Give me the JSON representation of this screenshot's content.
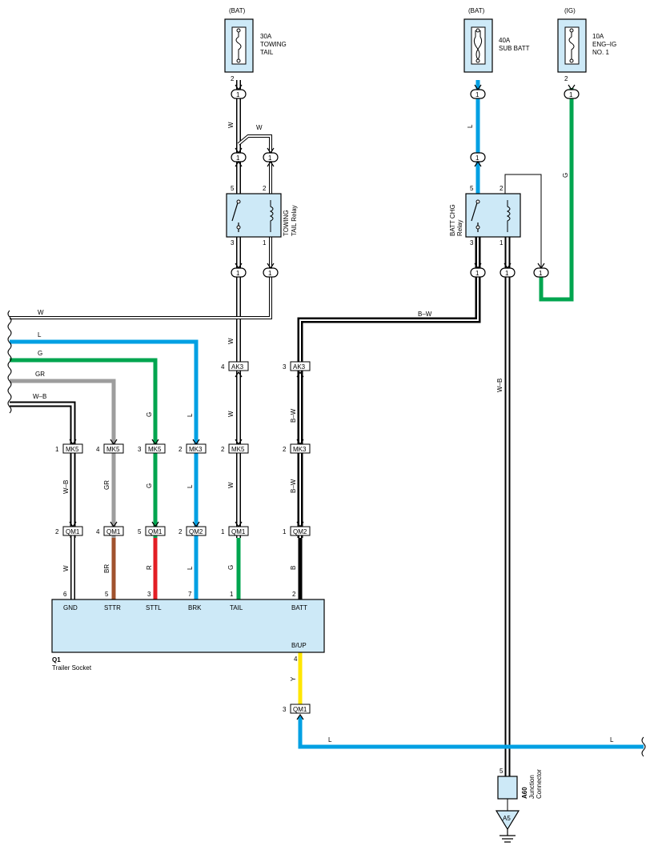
{
  "fuses": [
    {
      "supply": "(BAT)",
      "rating": "30A",
      "name1": "TOWING",
      "name2": "TAIL",
      "pin": "2"
    },
    {
      "supply": "(BAT)",
      "rating": "40A",
      "name1": "SUB BATT",
      "name2": "",
      "pin": ""
    },
    {
      "supply": "(IG)",
      "rating": "10A",
      "name1": "ENG–IG",
      "name2": "NO. 1",
      "pin": "2"
    }
  ],
  "relays": [
    {
      "name1": "TOWING",
      "name2": "TAIL Relay",
      "pins": [
        "5",
        "2",
        "3",
        "1"
      ]
    },
    {
      "name1": "BATT CHG",
      "name2": "Relay",
      "pins": [
        "5",
        "2",
        "3",
        "1"
      ]
    }
  ],
  "inline_pin": "1",
  "wires": {
    "W": "W",
    "L": "L",
    "G": "G",
    "GR": "GR",
    "WB": "W–B",
    "BW": "B–W",
    "B": "B",
    "BR": "BR",
    "R": "R",
    "Y": "Y"
  },
  "connectors": {
    "MK5": "MK5",
    "MK3": "MK3",
    "QM1": "QM1",
    "QM2": "QM2",
    "AK3": "AK3"
  },
  "connector_pins": {
    "ak3_w": "4",
    "ak3_bw": "3",
    "mk_wb": "1",
    "mk_gr": "4",
    "mk_g": "3",
    "mk_l": "2",
    "mk_w": "2",
    "mk_bw": "2",
    "qm_wb": "2",
    "qm_gr": "4",
    "qm_g": "5",
    "qm_l": "2",
    "qm_w": "1",
    "qm_bw": "1",
    "qm1_y": "3"
  },
  "socket": {
    "id": "Q1",
    "name": "Trailer Socket",
    "terminals": [
      {
        "label": "GND",
        "pin": "6"
      },
      {
        "label": "STTR",
        "pin": "5"
      },
      {
        "label": "STTL",
        "pin": "3"
      },
      {
        "label": "BRK",
        "pin": "7"
      },
      {
        "label": "TAIL",
        "pin": "1"
      },
      {
        "label": "BATT",
        "pin": "2"
      }
    ],
    "bup_label": "B/UP",
    "bup_pin": "4"
  },
  "junction": {
    "id": "A60",
    "name1": "Junction",
    "name2": "Connector",
    "pin": "5"
  },
  "ground": {
    "label": "A5"
  },
  "colors": {
    "white": "#ffffff",
    "blue": "#00a0e3",
    "green": "#00a54f",
    "gray": "#9d9d9d",
    "brown": "#a0522d",
    "red": "#e31e24",
    "black": "#000000",
    "yellow": "#ffe600",
    "component_fill": "#cde9f7"
  }
}
